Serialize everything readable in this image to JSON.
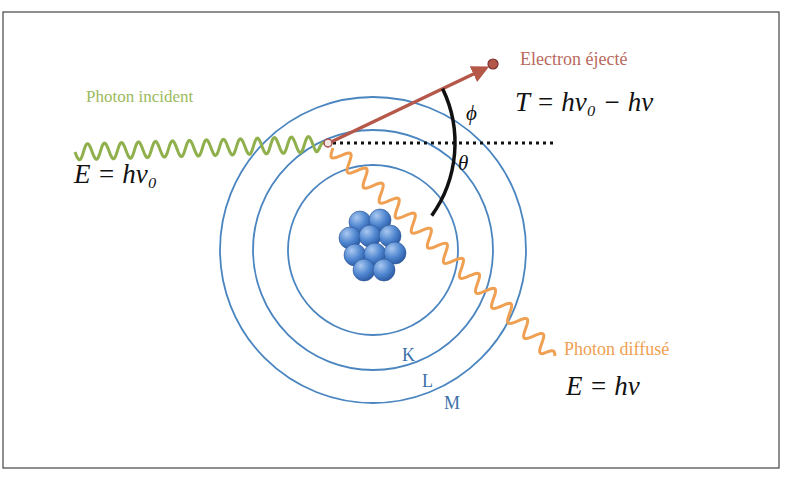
{
  "diagram": {
    "labels": [
      "Photon incident",
      "E = hν₀",
      "Electron éjecté",
      "T = hν₀ − hν",
      "ϕ",
      "θ",
      "K",
      "L",
      "M",
      "Photon diffusé",
      "E = hν"
    ]
  }
}
